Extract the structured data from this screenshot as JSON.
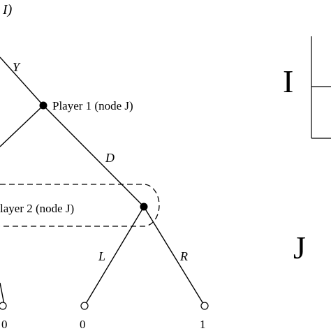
{
  "diagram": {
    "top_label": "I)",
    "edges": {
      "Y": "Y",
      "D": "D",
      "L": "L",
      "R": "R"
    },
    "nodes": {
      "player1": "Player 1 (node J)",
      "player2": "layer 2 (node J)"
    },
    "payoffs": [
      "0",
      "0",
      "1"
    ],
    "table_labels": {
      "I": "I",
      "J": "J"
    }
  }
}
